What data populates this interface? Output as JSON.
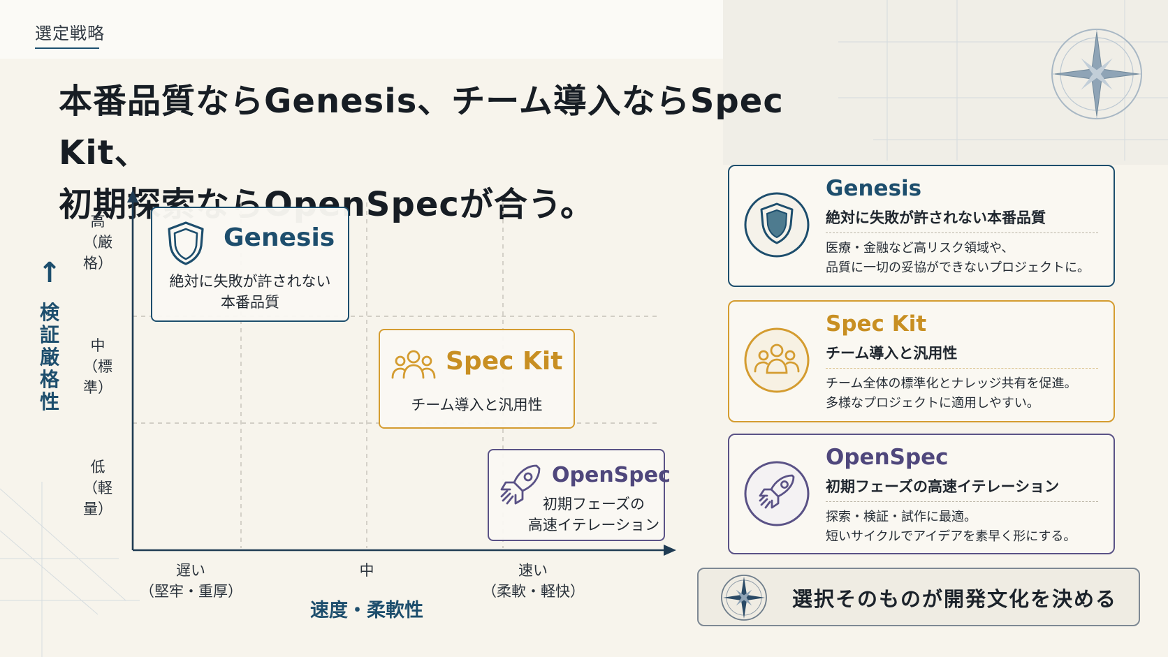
{
  "section_label": "選定戦略",
  "headline": {
    "line1": "本番品質ならGenesis、チーム導入ならSpec Kit、",
    "line2": "初期探索ならOpenSpecが合う。"
  },
  "matrix": {
    "y_axis": {
      "title": "検証厳格性",
      "arrow": "↑",
      "ticks": [
        {
          "main": "高",
          "sub": "（厳格）"
        },
        {
          "main": "中",
          "sub": "（標準）"
        },
        {
          "main": "低",
          "sub": "（軽量）"
        }
      ]
    },
    "x_axis": {
      "title": "速度・柔軟性",
      "ticks": [
        {
          "main": "遅い",
          "sub": "（堅牢・重厚）"
        },
        {
          "main": "中",
          "sub": ""
        },
        {
          "main": "速い",
          "sub": "（柔軟・軽快）"
        }
      ]
    },
    "cards": [
      {
        "name": "Genesis",
        "desc_line1": "絶対に失敗が許されない",
        "desc_line2": "本番品質",
        "color": "#1d4e6d",
        "icon": "shield-icon",
        "x_level": "遅い",
        "y_level": "高"
      },
      {
        "name": "Spec Kit",
        "desc_line1": "チーム導入と汎用性",
        "desc_line2": "",
        "color": "#d49c30",
        "icon": "team-icon",
        "x_level": "中",
        "y_level": "中"
      },
      {
        "name": "OpenSpec",
        "desc_line1": "初期フェーズの",
        "desc_line2": "高速イテレーション",
        "color": "#5a5286",
        "icon": "rocket-icon",
        "x_level": "速い",
        "y_level": "低"
      }
    ]
  },
  "details": [
    {
      "title": "Genesis",
      "subtitle": "絶対に失敗が許されない本番品質",
      "desc_line1": "医療・金融など高リスク領域や、",
      "desc_line2": "品質に一切の妥協ができないプロジェクトに。",
      "color": "#1d4e6d",
      "icon": "shield-icon"
    },
    {
      "title": "Spec Kit",
      "subtitle": "チーム導入と汎用性",
      "desc_line1": "チーム全体の標準化とナレッジ共有を促進。",
      "desc_line2": "多様なプロジェクトに適用しやすい。",
      "color": "#d49c30",
      "icon": "team-icon"
    },
    {
      "title": "OpenSpec",
      "subtitle": "初期フェーズの高速イテレーション",
      "desc_line1": "探索・検証・試作に最適。",
      "desc_line2": "短いサイクルでアイデアを素早く形にする。",
      "color": "#5a5286",
      "icon": "rocket-icon"
    }
  ],
  "banner": {
    "text": "選択そのものが開発文化を決める",
    "icon": "compass-icon"
  }
}
